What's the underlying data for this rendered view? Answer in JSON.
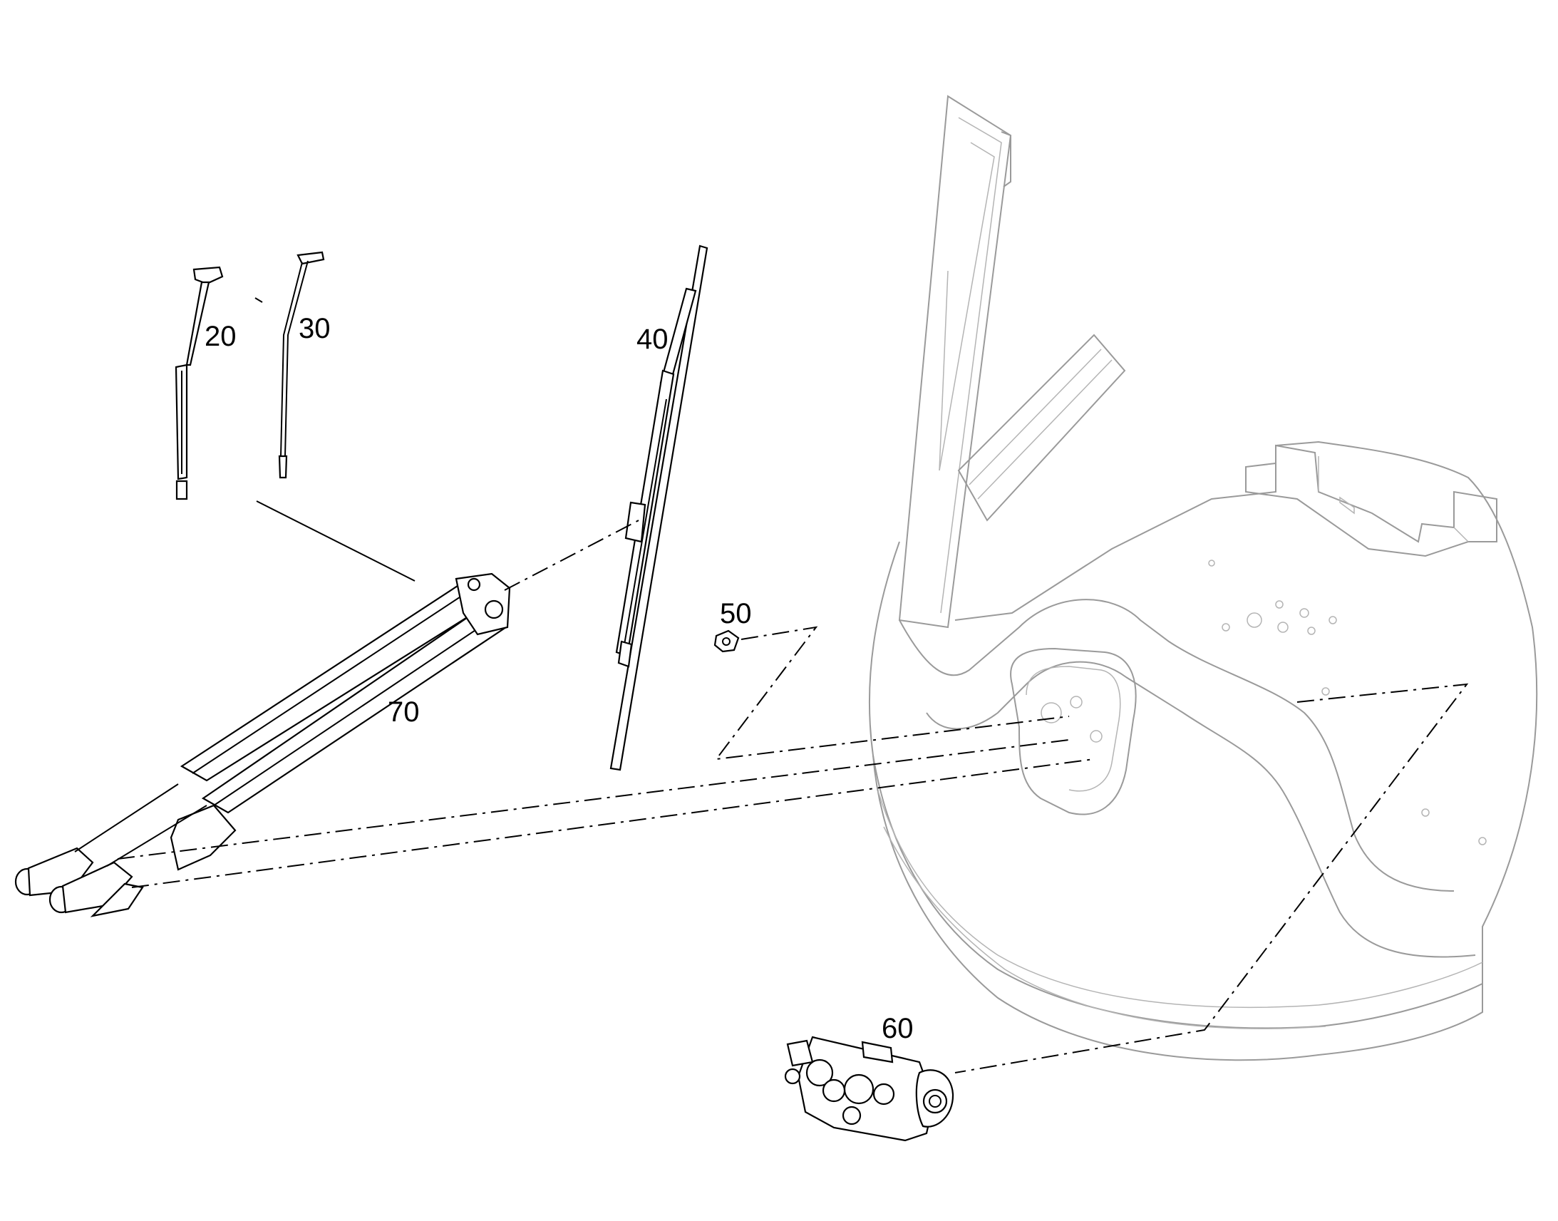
{
  "callouts": {
    "c20": "20",
    "c30": "30",
    "c40": "40",
    "c50": "50",
    "c60": "60",
    "c70": "70"
  },
  "colors": {
    "part_stroke": "#000000",
    "cab_stroke": "#9a9a9a",
    "background": "#ffffff"
  }
}
